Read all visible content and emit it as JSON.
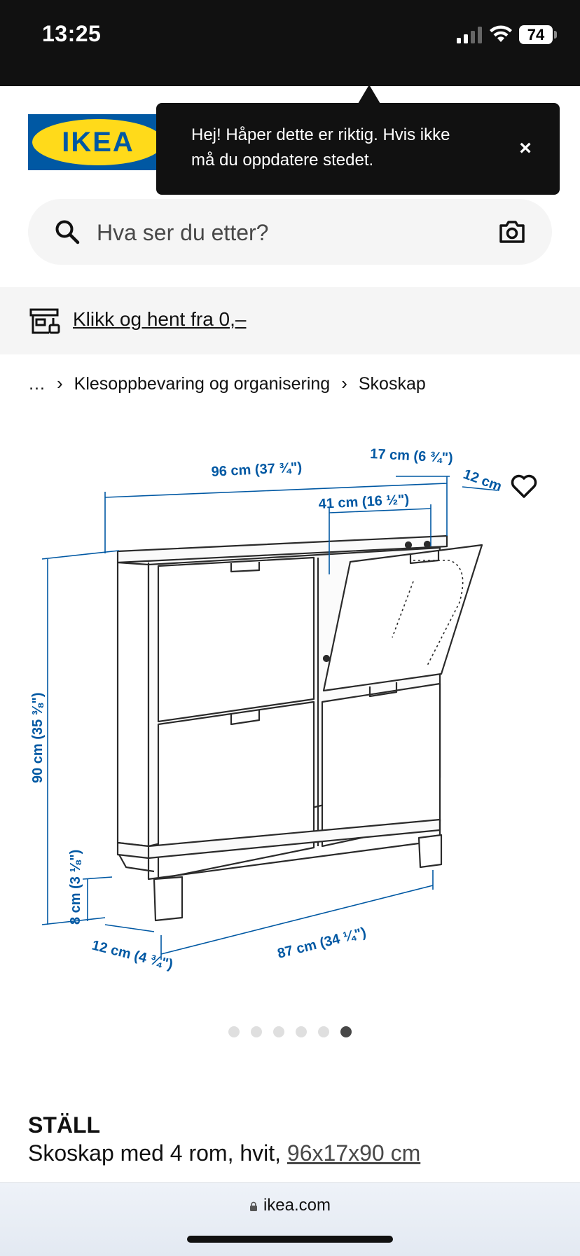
{
  "status_bar": {
    "time": "13:25",
    "battery": "74"
  },
  "header": {
    "logo_text": "IKEA"
  },
  "tooltip": {
    "message": "Hej! Håper dette er riktig. Hvis ikke må du oppdatere stedet.",
    "close_label": "×"
  },
  "search": {
    "placeholder": "Hva ser du etter?"
  },
  "banner": {
    "link_text": "Klikk og hent fra 0,–"
  },
  "breadcrumb": {
    "items": [
      "…",
      "Klesoppbevaring og organisering",
      "Skoskap"
    ],
    "separator": "›"
  },
  "product_image": {
    "dimensions": {
      "width": "96 cm (37 ¾\")",
      "depth_top": "17 cm (6 ¾\")",
      "inner_width": "41 cm (16 ½\")",
      "door_depth": "12 cm",
      "height": "90 cm (35 ⅜\")",
      "leg_height": "8 cm (3 ⅛\")",
      "base_depth": "12 cm (4 ¾\")",
      "base_width": "87 cm (34 ¼\")"
    }
  },
  "carousel": {
    "count": 6,
    "active_index": 5
  },
  "product": {
    "name": "STÄLL",
    "description": "Skoskap med 4 rom, hvit, ",
    "size_link": "96x17x90 cm"
  },
  "browser": {
    "url": "ikea.com"
  }
}
